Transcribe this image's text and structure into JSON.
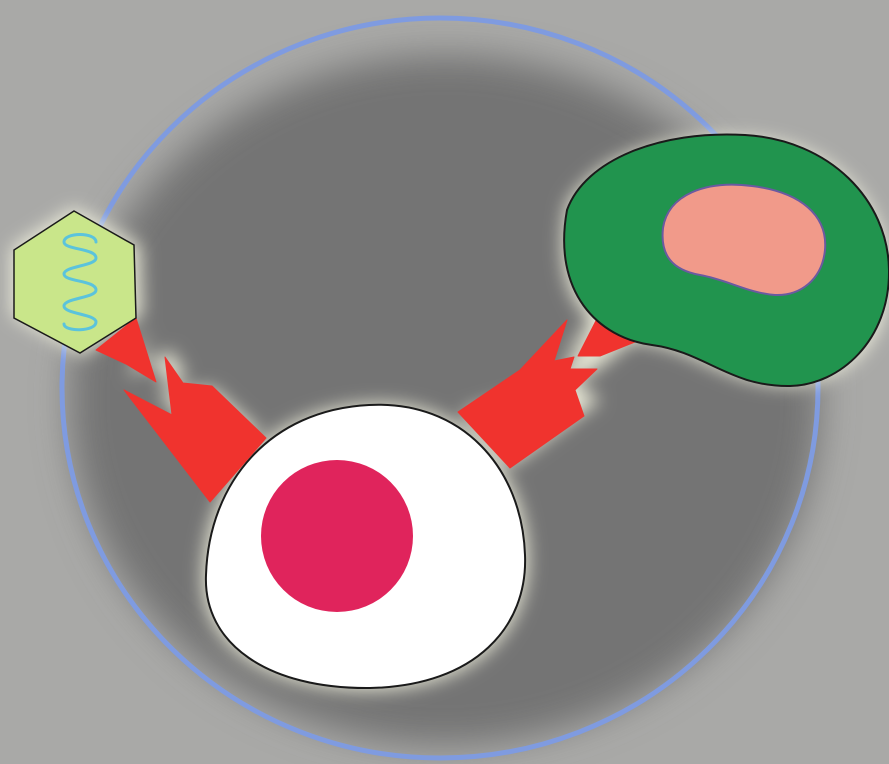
{
  "diagram": {
    "colors": {
      "background": "#a9a9a7",
      "shadow": "#6f6f6f",
      "halo": "#fbfbe6",
      "outer_ring": "#7f9be0",
      "central_cell": "#ffffff",
      "central_nucleus": "#e0245c",
      "receptor_arms": "#f0332e",
      "virus_capsid": "#c9e68a",
      "viral_genome": "#5bc3dc",
      "target_cell": "#21944e",
      "target_nucleus": "#f19a8a",
      "outline": "#1a1a1a"
    },
    "elements": [
      {
        "name": "virus-particle",
        "shape": "hexagon"
      },
      {
        "name": "central-cell",
        "shape": "round-cell-with-nucleus"
      },
      {
        "name": "target-cell",
        "shape": "irregular-cell-with-nucleus"
      },
      {
        "name": "receptor-arm-left",
        "shape": "forked-arm",
        "binds": "virus-particle"
      },
      {
        "name": "receptor-arm-right",
        "shape": "forked-arm",
        "binds": "target-cell"
      }
    ]
  }
}
